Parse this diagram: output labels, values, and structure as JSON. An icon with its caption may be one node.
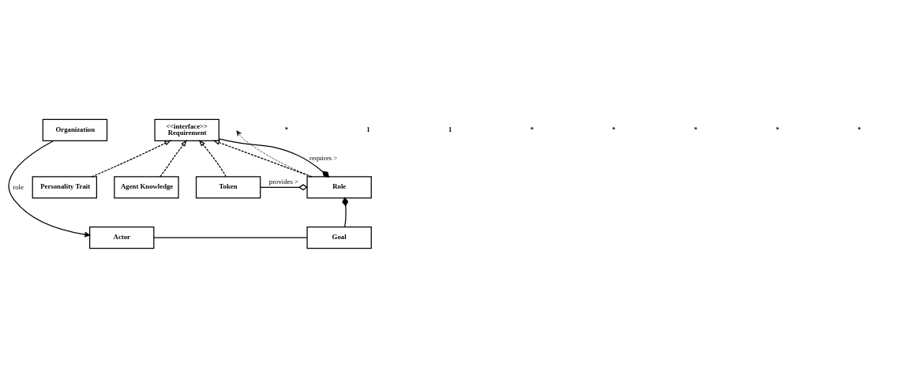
{
  "diagram": {
    "nodes": [
      {
        "text": [
          "Organization"
        ]
      },
      {
        "text": [
          "<<interface>>",
          "Requirement"
        ]
      },
      {
        "text": [
          "Role"
        ]
      },
      {
        "text": [
          "Token"
        ]
      },
      {
        "text": [
          "Personality Trait"
        ]
      },
      {
        "text": [
          "Agent Knowledge"
        ]
      },
      {
        "text": [
          "Actor"
        ]
      },
      {
        "text": [
          "Goal"
        ]
      }
    ],
    "edges": [
      {
        "from": 0,
        "to": 6,
        "arrow": "to",
        "label": "role"
      },
      {
        "from": 2,
        "to": null,
        "arrow": "to",
        "style": "dashed"
      },
      {
        "from": 1,
        "to": 2,
        "arrow": "other",
        "label": "requires >"
      },
      {
        "from": 2,
        "to": 1,
        "arrow": "to",
        "style": "dashed"
      },
      {
        "from": 3,
        "to": 1,
        "arrow": "to",
        "style": "dashed"
      },
      {
        "from": 4,
        "to": 1,
        "arrow": "to",
        "style": "dashed"
      },
      {
        "from": 5,
        "to": 1,
        "arrow": "to",
        "style": "dashed"
      },
      {
        "from": 7,
        "to": 2,
        "arrow": "other"
      },
      {
        "from": 3,
        "to": 2,
        "arrow": "other",
        "label": "provides >"
      },
      {
        "from": 6,
        "to": 7,
        "arrow": "none"
      }
    ],
    "labels": [
      "*",
      "1",
      "1",
      "*",
      "*",
      "*",
      "*",
      "*"
    ]
  }
}
